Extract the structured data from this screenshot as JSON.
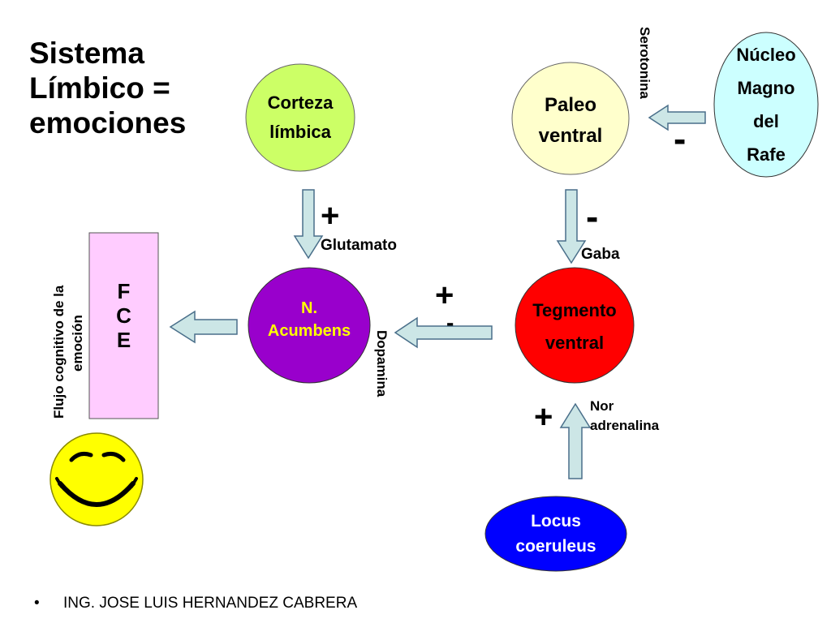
{
  "title": {
    "line1": "Sistema",
    "line2": "Límbico =",
    "line3": "emociones"
  },
  "nodes": {
    "corteza": {
      "line1": "Corteza",
      "line2": "límbica",
      "fill": "#ccff66"
    },
    "paleo": {
      "line1": "Paleo",
      "line2": "ventral",
      "fill": "#ffffcc"
    },
    "nucleo": {
      "line1": "Núcleo",
      "line2": "Magno",
      "line3": "del",
      "line4": "Rafe",
      "fill": "#ccffff"
    },
    "acumbens": {
      "line1": "N.",
      "line2": "Acumbens",
      "fill": "#9900cc",
      "text_color": "#ffff00"
    },
    "tegmento": {
      "line1": "Tegmento",
      "line2": "ventral",
      "fill": "#ff0000"
    },
    "locus": {
      "line1": "Locus",
      "line2": "coeruleus",
      "fill": "#0000ff",
      "text_color": "#ffffff"
    },
    "fce": {
      "line1": "F",
      "line2": "C",
      "line3": "E",
      "fill": "#ffccff"
    }
  },
  "labels": {
    "glutamato": "Glutamato",
    "gaba": "Gaba",
    "nor_line1": "Nor",
    "nor_line2": "adrenalina",
    "serotonina": "Serotonina",
    "dopamina": "Dopamina",
    "flujo_line1": "Flujo cognitivo de la",
    "flujo_line2": "emoción"
  },
  "signs": {
    "glutamato": "+",
    "gaba": "-",
    "serotonina": "-",
    "dopamina_plus": "+",
    "dopamina_minus": "-",
    "nor": "+"
  },
  "arrow_fill": "#cce6e6",
  "smiley_fill": "#ffff00",
  "footer": {
    "bullet": "•",
    "text": "ING. JOSE LUIS HERNANDEZ CABRERA"
  }
}
